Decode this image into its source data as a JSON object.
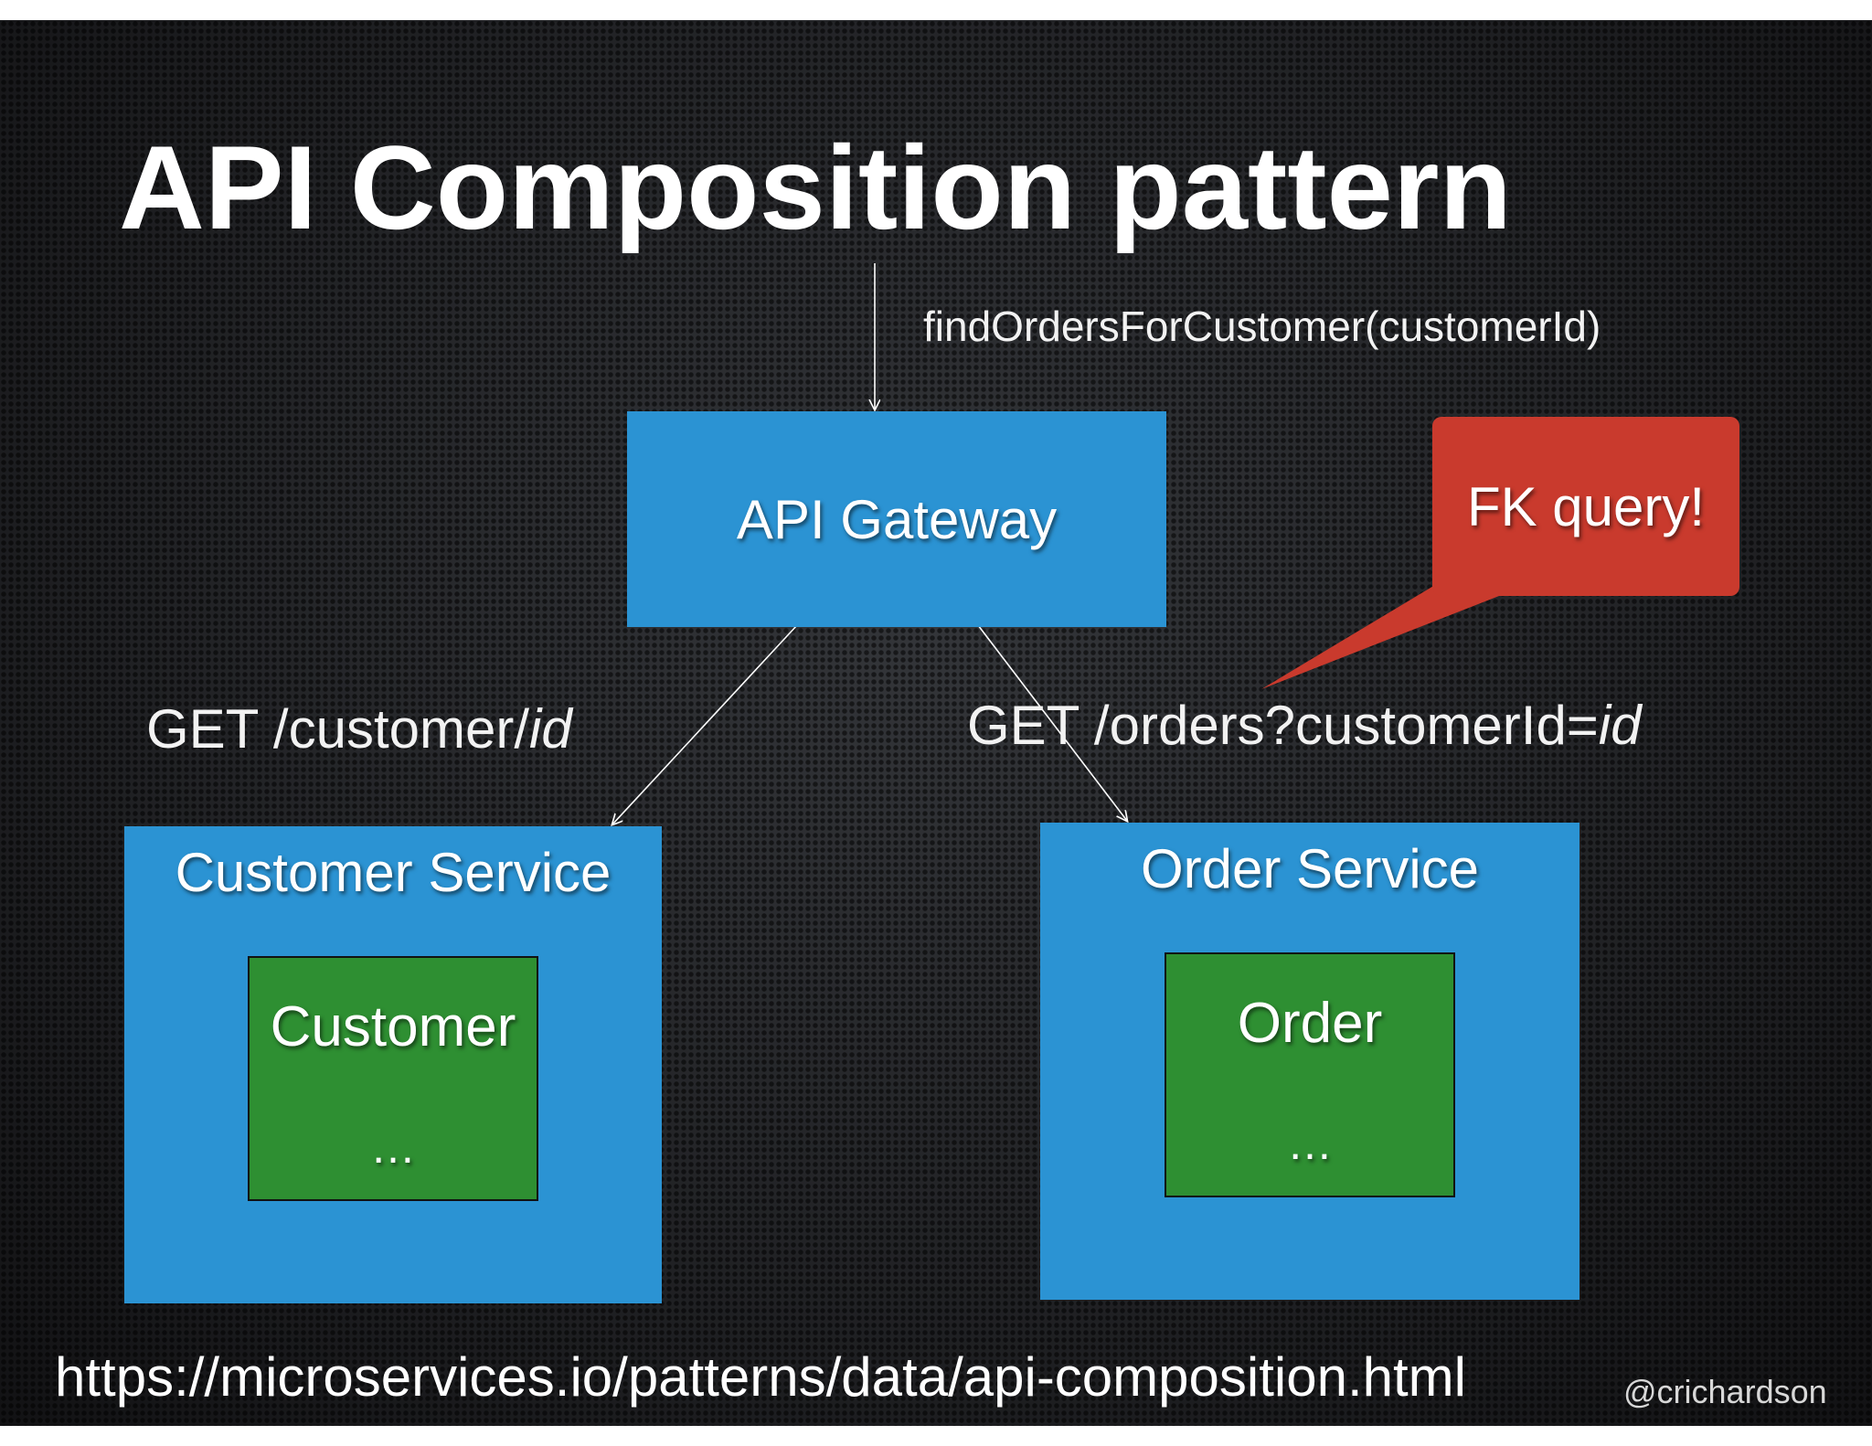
{
  "slide": {
    "title": "API Composition pattern",
    "request_label": "findOrdersForCustomer(customerId)",
    "gateway_label": "API Gateway",
    "callout_label": "FK query!",
    "left_call": {
      "prefix": "GET /customer/",
      "param": "id"
    },
    "right_call": {
      "prefix": "GET /orders?customerId=",
      "param": "id"
    },
    "customer_service": {
      "title": "Customer Service",
      "entity": "Customer",
      "more": "…"
    },
    "order_service": {
      "title": "Order Service",
      "entity": "Order",
      "more": "…"
    },
    "url": "https://microservices.io/patterns/data/api-composition.html",
    "handle": "@crichardson"
  },
  "colors": {
    "service_blue": "#2b93d3",
    "entity_green": "#2e8f32",
    "callout_red": "#c93a2d",
    "background": "#1f1f21"
  }
}
